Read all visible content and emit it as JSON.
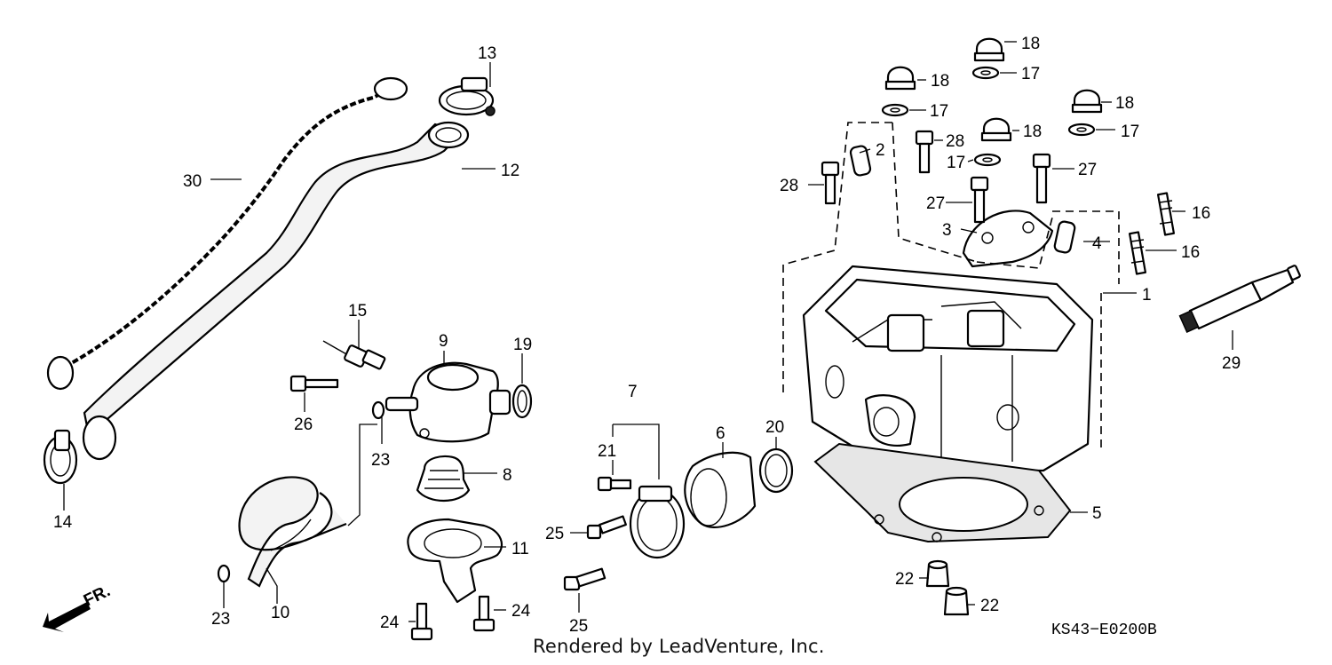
{
  "diagram_code": "KS43−E0200B",
  "credit": "Rendered by LeadVenture, Inc.",
  "direction_label": "FR.",
  "callouts": [
    "1",
    "2",
    "3",
    "4",
    "5",
    "6",
    "7",
    "8",
    "9",
    "10",
    "11",
    "12",
    "13",
    "14",
    "15",
    "16",
    "16",
    "17",
    "17",
    "17",
    "17",
    "18",
    "18",
    "18",
    "18",
    "19",
    "20",
    "21",
    "22",
    "22",
    "23",
    "23",
    "24",
    "24",
    "25",
    "25",
    "26",
    "27",
    "27",
    "28",
    "28",
    "29",
    "30"
  ]
}
